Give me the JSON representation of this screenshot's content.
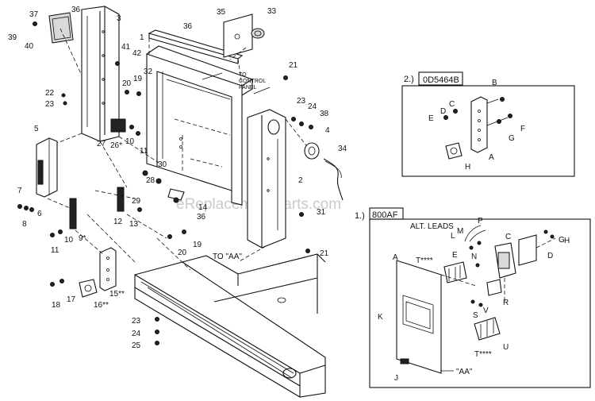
{
  "watermark": "eReplacementParts.com",
  "callouts": {
    "c1": "1",
    "c2": "2",
    "c3": "3",
    "c4": "4",
    "c5": "5",
    "c6": "6",
    "c7": "7",
    "c8": "8",
    "c9": "9*",
    "c10": "10",
    "c10b": "10",
    "c11": "11",
    "c11b": "11",
    "c12": "12",
    "c13": "13",
    "c14": "14",
    "c15": "15**",
    "c16": "16**",
    "c17": "17",
    "c18": "18",
    "c19": "19",
    "c19b": "19",
    "c20": "20",
    "c20b": "20",
    "c21": "21",
    "c21b": "21",
    "c22": "22",
    "c23": "23",
    "c23b": "23",
    "c23c": "23",
    "c24": "24",
    "c24b": "24",
    "c25": "25",
    "c26": "26*",
    "c27": "27",
    "c28": "28",
    "c29": "29",
    "c30": "30",
    "c31": "31",
    "c32": "32",
    "c33": "33",
    "c34": "34",
    "c35": "35",
    "c36": "36",
    "c36b": "36",
    "c36c": "36",
    "c37": "37",
    "c38": "38",
    "c39": "39",
    "c40": "40",
    "c41": "41",
    "c42": "42"
  },
  "notes": {
    "to_control_1": "TO",
    "to_control_2": "CONTROL",
    "to_control_3": "PANEL",
    "to_aa": "TO \"AA\""
  },
  "inset2": {
    "number": "2.)",
    "part_number": "0D5464B",
    "labels": {
      "a": "A",
      "b": "B",
      "c": "C",
      "d": "D",
      "e": "E",
      "f": "F",
      "g": "G",
      "h": "H"
    }
  },
  "inset1": {
    "number": "1.)",
    "rating": "800AF",
    "alt_leads": "ALT. LEADS",
    "aa": "\"AA\"",
    "labels": {
      "a": "A",
      "c": "C",
      "d": "D",
      "e": "E",
      "g": "G",
      "h": "H",
      "j": "J",
      "k": "K",
      "l": "L",
      "m": "M",
      "n": "N",
      "p": "P",
      "r": "R",
      "s": "S",
      "t1": "T****",
      "t2": "T****",
      "u": "U",
      "v": "V"
    }
  }
}
